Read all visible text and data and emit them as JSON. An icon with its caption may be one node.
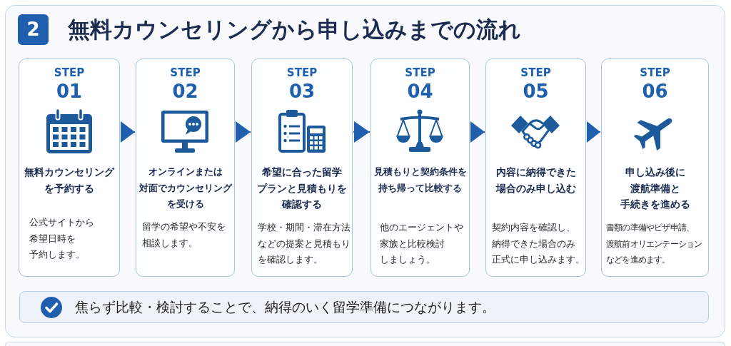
{
  "diagram": {
    "title": "無料カウンセリングから申し込みまでの流れ",
    "nodes": [
      {
        "text": [
          "2"
        ]
      },
      {
        "text": [
          "STEP",
          "01",
          "無料カウンセリングを予約する",
          "公式サイトから希望日時を予約します。"
        ]
      },
      {
        "text": [
          "STEP",
          "02",
          "オンラインまたは対面でカウンセリングを受ける",
          "留学の希望や不安を相談します。"
        ]
      },
      {
        "text": [
          "STEP",
          "03",
          "希望に合った留学プランと見積もりを確認する",
          "学校・期間・滞在方法などの提案と見積もりを確認します。"
        ]
      },
      {
        "text": [
          "STEP",
          "04",
          "見積もりと契約条件を持ち帰って比較する",
          "他のエージェントや家族と比較検討しましょう。"
        ]
      },
      {
        "text": [
          "STEP",
          "05",
          "内容に納得できた場合のみ申し込む",
          "契約内容を確認し、納得できた場合のみ正式に申し込みます。"
        ]
      },
      {
        "text": [
          "STEP",
          "06",
          "申し込み後に渡航準備と手続きを進める",
          "書類の準備やビザ申請、渡航前オリエンテーションなどを進めます。"
        ]
      },
      {
        "text": [
          "焦らず比較・検討することで、納得のいく留学準備につながります。"
        ]
      }
    ],
    "edges": [
      {
        "from": 1,
        "to": 2,
        "arrow": "to"
      },
      {
        "from": 2,
        "to": 3,
        "arrow": "to"
      },
      {
        "from": 3,
        "to": 4,
        "arrow": "to"
      },
      {
        "from": 4,
        "to": 5,
        "arrow": "to"
      },
      {
        "from": 5,
        "to": 6,
        "arrow": "to"
      }
    ]
  }
}
